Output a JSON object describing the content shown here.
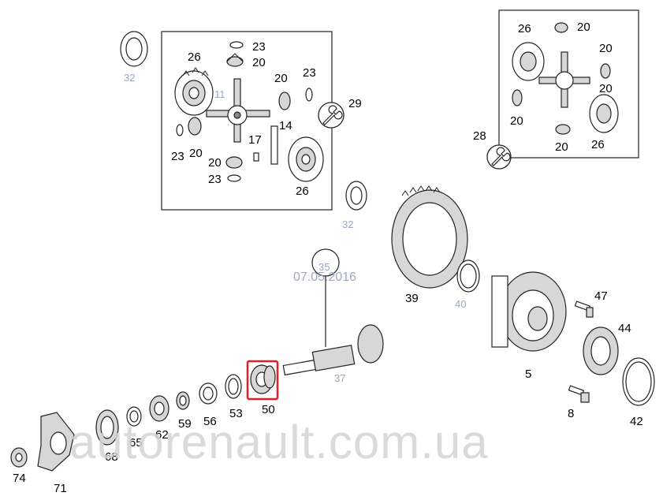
{
  "diagram": {
    "watermark": "autorenault.com.ua",
    "date_stamp": "07.05.2016",
    "highlight_color": "#e31e24",
    "box_border_color": "#333333",
    "labels": {
      "p32a": "32",
      "p26a": "26",
      "p23a": "23",
      "p20a": "20",
      "p11": "11",
      "p20b": "20",
      "p23b": "23",
      "p29": "29",
      "p14": "14",
      "p17": "17",
      "p23c": "23",
      "p20c": "20",
      "p20d": "20",
      "p23d": "23",
      "p26b": "26",
      "p32b": "32",
      "r26a": "26",
      "r20a": "20",
      "r20b": "20",
      "r20c": "20",
      "r20d": "20",
      "r20e": "20",
      "r26b": "26",
      "p28": "28",
      "p39": "39",
      "p40": "40",
      "p47": "47",
      "p44": "44",
      "p5": "5",
      "p8": "8",
      "p42": "42",
      "p37": "37",
      "p50": "50",
      "p53": "53",
      "p56": "56",
      "p59": "59",
      "p62": "62",
      "p65": "65",
      "p68": "68",
      "p71": "71",
      "p74": "74",
      "p35": "35"
    }
  }
}
